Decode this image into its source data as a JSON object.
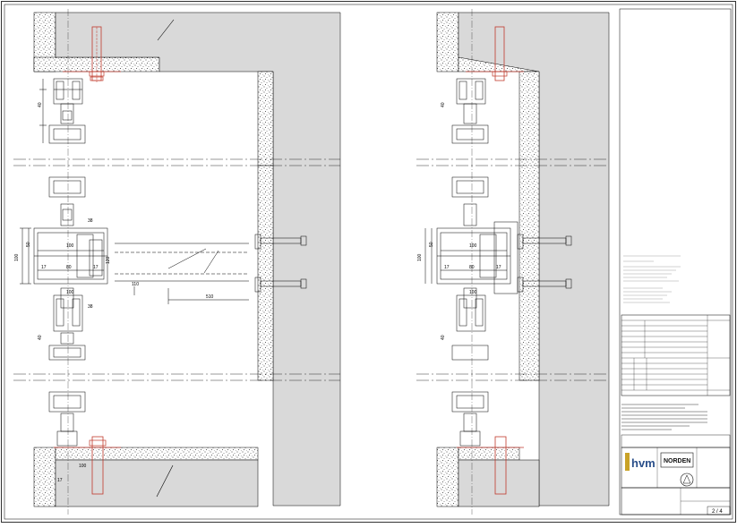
{
  "colors": {
    "concrete_fill": "#d9d9d9",
    "line": "#000000",
    "bolt_red": "#c0392b",
    "hvm_logo": "#c9a227",
    "norden_logo": "#111111"
  },
  "left_detail": {
    "dimensions": {
      "d100_a": "100",
      "d80_a": "80",
      "d17_a": "17",
      "d17_b": "17",
      "d100_b": "100",
      "d50_a": "50",
      "d100_v": "100",
      "d120": "120",
      "d38_a": "38",
      "d38_b": "38",
      "d40_a": "40",
      "d40_b": "40",
      "d110": "110",
      "d510": "510",
      "d100_bottom": "100",
      "d17_c": "17"
    }
  },
  "right_detail": {
    "dimensions": {
      "d100_a": "100",
      "d80_a": "80",
      "d17_a": "17",
      "d17_b": "17",
      "d100_b": "100",
      "d50_a": "50",
      "d100_v": "100",
      "d40_a": "40",
      "d40_b": "40"
    }
  },
  "title_block": {
    "sheet_number": "2 / 4",
    "logo_hvm": "hvm",
    "logo_norden": "NORDEN"
  }
}
